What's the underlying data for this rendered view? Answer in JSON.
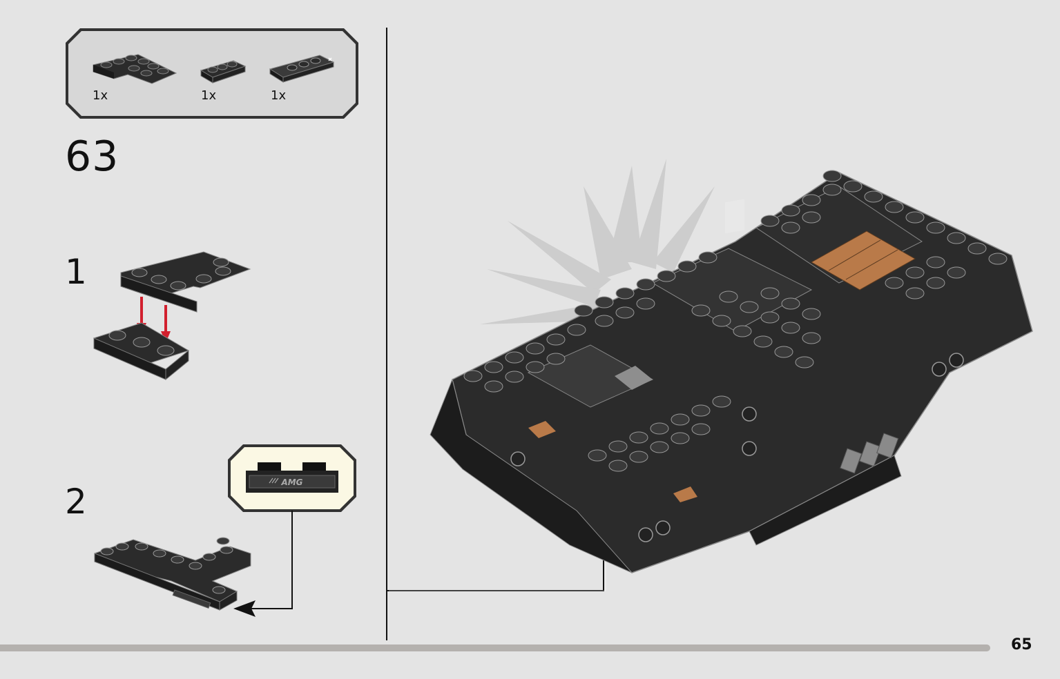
{
  "parts_list": {
    "items": [
      {
        "icon": "l-plate-icon",
        "quantity": "1x"
      },
      {
        "icon": "plate-1x3-icon",
        "quantity": "1x"
      },
      {
        "icon": "printed-tile-1x4-icon",
        "quantity": "1x"
      }
    ]
  },
  "step": {
    "number": "63",
    "substeps": [
      {
        "number": "1"
      },
      {
        "number": "2",
        "callout_print": "AMG"
      }
    ]
  },
  "page": {
    "number": "65"
  },
  "colors": {
    "background": "#e4e4e4",
    "brick_dark": "#2b2b2b",
    "brick_stud_top": "#3a3a3a",
    "brick_edge": "#8a8a8a",
    "arrow_red": "#d2202e",
    "callout_bg": "#fbf8e4",
    "tan_tile": "#b97a49",
    "footer_bar": "#b4b1ae"
  }
}
